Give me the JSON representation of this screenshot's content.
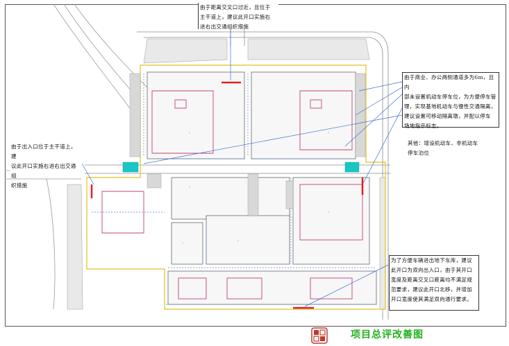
{
  "notes": {
    "top": [
      "由于距离交叉口过近，且位于",
      "主干道上，建议此开口实施右",
      "进右出交通组织措施"
    ],
    "left": [
      "由于出入口位于主干道上，建",
      "议此开口实施右进右出交通组",
      "织措施"
    ],
    "right_top": [
      "由于商业、办公两侧通道多为6m，且内",
      "部未设置机动车停车位，为方便停车管",
      "理，实现基地机动车与慢性交通隔离，",
      "建议设置可移动隔离墩，并配以停车",
      "场地指示标志。"
    ],
    "right_mid": [
      "其他：增设机动车、非机动车",
      "停车泊位"
    ],
    "right_bottom": [
      "为了方便车辆进出地下车库，建议",
      "此开口为双向出入口，由于其开口",
      "宽度及距离交叉口距离均不满足规",
      "范要求，建议此开口北移，并增加",
      "开口宽度使其满足双向通行要求。"
    ]
  },
  "title": "项目总评改善图",
  "colors": {
    "title": "#23b11f",
    "seal": "#c0392b",
    "annotation_line": "#3b6fd6",
    "site_boundary": "#e0c020",
    "entrance_marker": "#e02020",
    "bike_parking": "#19c6c6",
    "building_outline": "#c0407a",
    "road_line": "#777777",
    "parking_mark": "#4a7fd0"
  }
}
